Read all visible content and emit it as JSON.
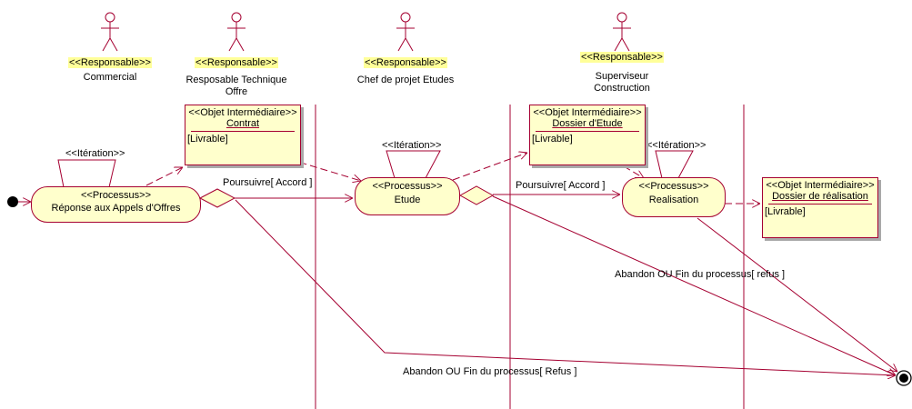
{
  "diagram": {
    "actors": [
      {
        "stereotype": "<<Responsable>>",
        "name_lines": [
          "Commercial"
        ]
      },
      {
        "stereotype": "<<Responsable>>",
        "name_lines": [
          "Resposable Technique",
          "Offre"
        ]
      },
      {
        "stereotype": "<<Responsable>>",
        "name_lines": [
          "Chef de projet Etudes"
        ]
      },
      {
        "stereotype": "<<Responsable>>",
        "name_lines": [
          "Superviseur",
          "Construction"
        ]
      }
    ],
    "processes": [
      {
        "stereotype": "<<Processus>>",
        "name": "Réponse aux Appels d'Offres"
      },
      {
        "stereotype": "<<Processus>>",
        "name": "Etude"
      },
      {
        "stereotype": "<<Processus>>",
        "name": "Realisation"
      }
    ],
    "objects": [
      {
        "stereotype": "<<Objet Intermédiaire>>",
        "name": "Contrat",
        "label": "[Livrable]"
      },
      {
        "stereotype": "<<Objet Intermédiaire>>",
        "name": "Dossier d'Etude",
        "label": "[Livrable]"
      },
      {
        "stereotype": "<<Objet Intermédiaire>>",
        "name": "Dossier de réalisation",
        "label": "[Livrable]"
      }
    ],
    "iteration_label": "<<Itération>>",
    "guards": {
      "continue_1": "Poursuivre[ Accord ]",
      "continue_2": "Poursuivre[ Accord ]",
      "abandon_1": "Abandon OU Fin du processus[ Refus ]",
      "abandon_2": "Abandon OU Fin du processus[ refus ]"
    },
    "colors": {
      "line": "#a50031",
      "fill": "#ffffcc",
      "stereotype_highlight": "#ffff99",
      "shadow": "#a9a9a9",
      "node": "#000000"
    }
  }
}
